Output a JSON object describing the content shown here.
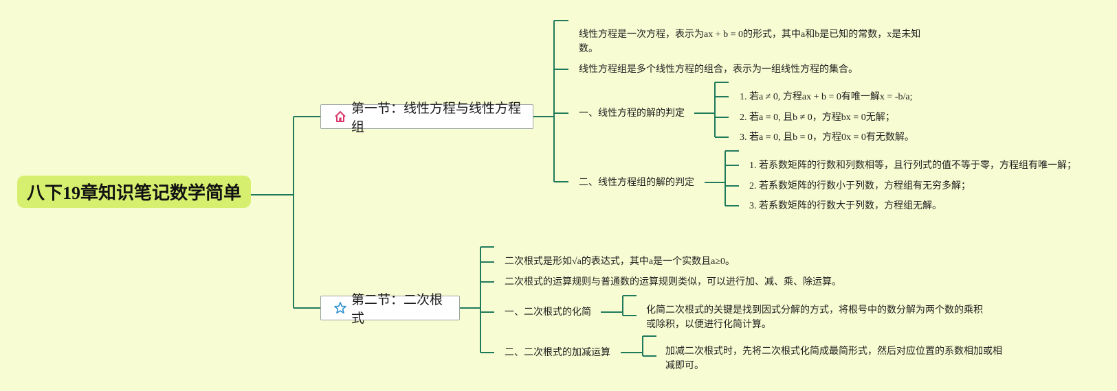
{
  "root": {
    "title": "八下19章知识笔记数学简单"
  },
  "sections": [
    {
      "title": "第一节：线性方程与线性方程组",
      "icon": "home-icon",
      "items": [
        {
          "text": "线性方程是一次方程，表示为ax + b = 0的形式，其中a和b是已知的常数，x是未知数。"
        },
        {
          "text": "线性方程组是多个线性方程的组合，表示为一组线性方程的集合。"
        },
        {
          "text": "一、线性方程的解的判定",
          "children": [
            "1. 若a ≠ 0, 方程ax + b = 0有唯一解x = -b/a;",
            "2. 若a = 0, 且b ≠ 0，方程bx = 0无解；",
            "3. 若a = 0, 且b = 0，方程0x = 0有无数解。"
          ]
        },
        {
          "text": "二、线性方程组的解的判定",
          "children": [
            "1. 若系数矩阵的行数和列数相等，且行列式的值不等于零，方程组有唯一解；",
            "2. 若系数矩阵的行数小于列数，方程组有无穷多解；",
            "3. 若系数矩阵的行数大于列数，方程组无解。"
          ]
        }
      ]
    },
    {
      "title": "第二节：二次根式",
      "icon": "star-icon",
      "items": [
        {
          "text": "二次根式是形如√a的表达式，其中a是一个实数且a≥0。"
        },
        {
          "text": "二次根式的运算规则与普通数的运算规则类似，可以进行加、减、乘、除运算。"
        },
        {
          "text": "一、二次根式的化简",
          "children": [
            "化简二次根式的关键是找到因式分解的方式，将根号中的数分解为两个数的乘积或除积，以便进行化简计算。"
          ]
        },
        {
          "text": "二、二次根式的加减运算",
          "children": [
            "加减二次根式时，先将二次根式化简成最简形式，然后对应位置的系数相加或相减即可。"
          ]
        }
      ]
    }
  ],
  "colors": {
    "background": "#f7fcd2",
    "root_fill": "#d6ef6f",
    "connector": "#1f7a5c",
    "home_icon": "#d9366b",
    "star_icon": "#2a8fd0"
  }
}
